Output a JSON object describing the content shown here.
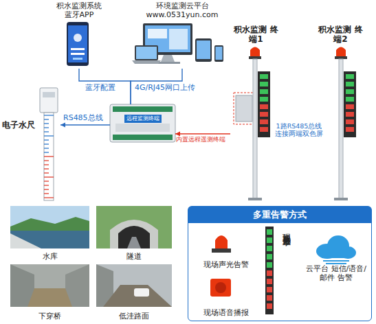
{
  "diagram": {
    "nodes": [
      {
        "text": [
          "积水监测系统 蓝牙APP"
        ]
      },
      {
        "text": [
          "环境监测云平台 www.0531yun.com"
        ]
      },
      {
        "text": [
          "远程监测终端"
        ]
      },
      {
        "text": [
          "电子水尺"
        ]
      },
      {
        "text": [
          "积水监测 终端1"
        ]
      },
      {
        "text": [
          "积水监测 终端2"
        ]
      },
      {
        "text": [
          "水库"
        ]
      },
      {
        "text": [
          "隧道"
        ]
      },
      {
        "text": [
          "下穿桥"
        ]
      },
      {
        "text": [
          "低洼路面"
        ]
      },
      {
        "text": [
          "多重告警方式"
        ]
      },
      {
        "text": [
          "现场声光告警"
        ],
        "in": 10
      },
      {
        "text": [
          "现场语音播报"
        ],
        "in": 10
      },
      {
        "text": [
          "现场双色屏幕显示"
        ],
        "in": 10
      },
      {
        "text": [
          "云平台 短信/语音/邮件 告警"
        ],
        "in": 10
      }
    ],
    "edges": [
      {
        "from": 2,
        "to": 0,
        "label": "蓝牙配置",
        "arrow": "none"
      },
      {
        "from": 2,
        "to": 1,
        "label": "4G/RJ45网口上传",
        "arrow": "none"
      },
      {
        "from": 2,
        "to": 3,
        "label": "RS485总线",
        "arrow": "to"
      },
      {
        "from": 4,
        "to": 2,
        "label": "内置远程遥测终端",
        "arrow": "to"
      }
    ],
    "labels": [
      "1路RS485总线 连接两端双色屏"
    ]
  }
}
